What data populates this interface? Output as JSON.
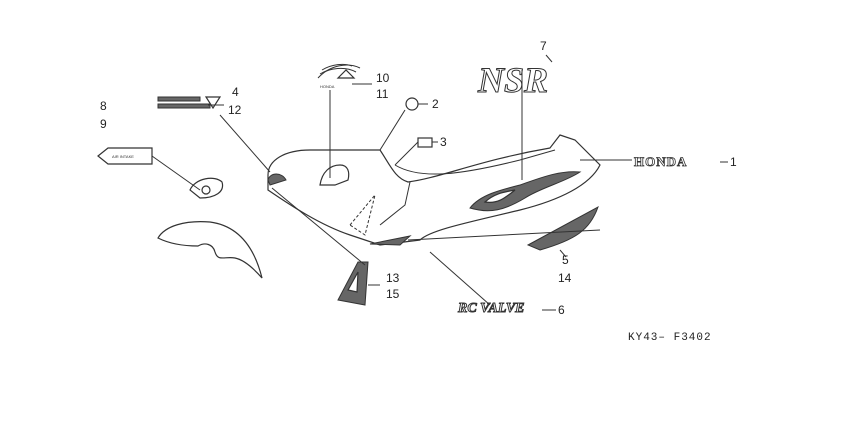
{
  "callouts": {
    "n1": "1",
    "n2": "2",
    "n3": "3",
    "n4": "4",
    "n5": "5",
    "n6": "6",
    "n7": "7",
    "n8": "8",
    "n9": "9",
    "n10": "10",
    "n11": "11",
    "n12": "12",
    "n13": "13",
    "n14": "14",
    "n15": "15"
  },
  "diagram_code": "KY43– F3402",
  "decal_text": {
    "honda": "HONDA",
    "honda_small": "HONDA",
    "nsr": "NSR",
    "rc_valve": "RC VALVE",
    "air_intake": "AIR INTAKE"
  },
  "colors": {
    "line": "#333333",
    "fill_dark": "#666666",
    "background": "#ffffff"
  }
}
